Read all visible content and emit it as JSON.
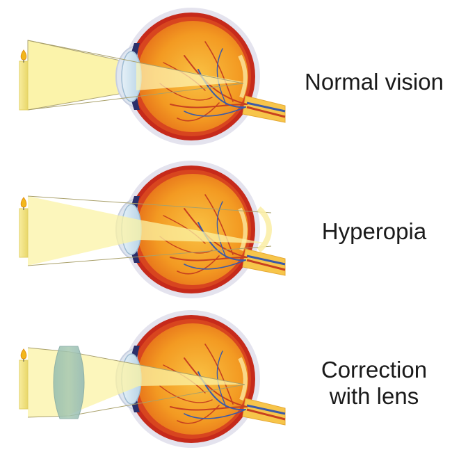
{
  "panels": [
    {
      "id": "normal",
      "label": "Normal vision",
      "has_lens": false,
      "focus": "on-retina"
    },
    {
      "id": "hyperopia",
      "label": "Hyperopia",
      "has_lens": false,
      "focus": "behind-retina"
    },
    {
      "id": "correction",
      "label_line1": "Correction",
      "label_line2": "with lens",
      "has_lens": true,
      "focus": "on-retina"
    }
  ],
  "colors": {
    "light_beam": "#fbf3a6",
    "light_beam_edge": "#a9a06a",
    "candle": "#f4e58a",
    "flame": "#f2b71c",
    "eye_outer": "#e9e9f0",
    "sclera": "#c92a1c",
    "choroid": "#d4411e",
    "vitreous": "#f2941f",
    "vitreous_center": "#f8b73a",
    "lens": "#cfe3f0",
    "vessel": "#c7411f",
    "vessel_blue": "#3b5aa8",
    "optic_nerve": "#f7c44a",
    "corrective_lens": "#9fc3b4"
  }
}
